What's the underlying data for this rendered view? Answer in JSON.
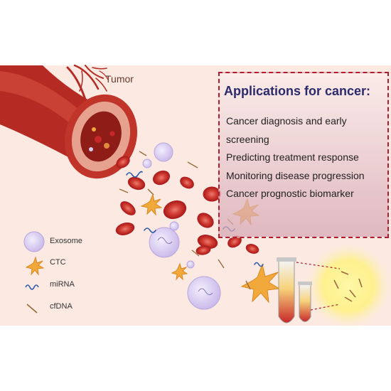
{
  "labels": {
    "tumor": "Tumor"
  },
  "applications": {
    "title": "Applications for cancer:",
    "items": [
      "Cancer diagnosis and early screening",
      "Predicting treatment response",
      "Monitoring disease progression",
      "Cancer prognostic biomarker"
    ]
  },
  "legend": {
    "items": [
      {
        "label": "Exosome",
        "icon": "exosome-icon"
      },
      {
        "label": "CTC",
        "icon": "ctc-icon"
      },
      {
        "label": "miRNA",
        "icon": "mirna-icon"
      },
      {
        "label": "cfDNA",
        "icon": "cfdna-icon"
      }
    ]
  },
  "colors": {
    "background": "#fbe9e2",
    "vessel": "#b52a22",
    "red_blood_cell": "#c8282a",
    "exosome": "#d7ccf0",
    "ctc": "#f2a93b",
    "mirna": "#2c5aa8",
    "cfdna": "#9a6a3a",
    "dashed_border": "#b01c2e",
    "title": "#2c2a6b"
  }
}
